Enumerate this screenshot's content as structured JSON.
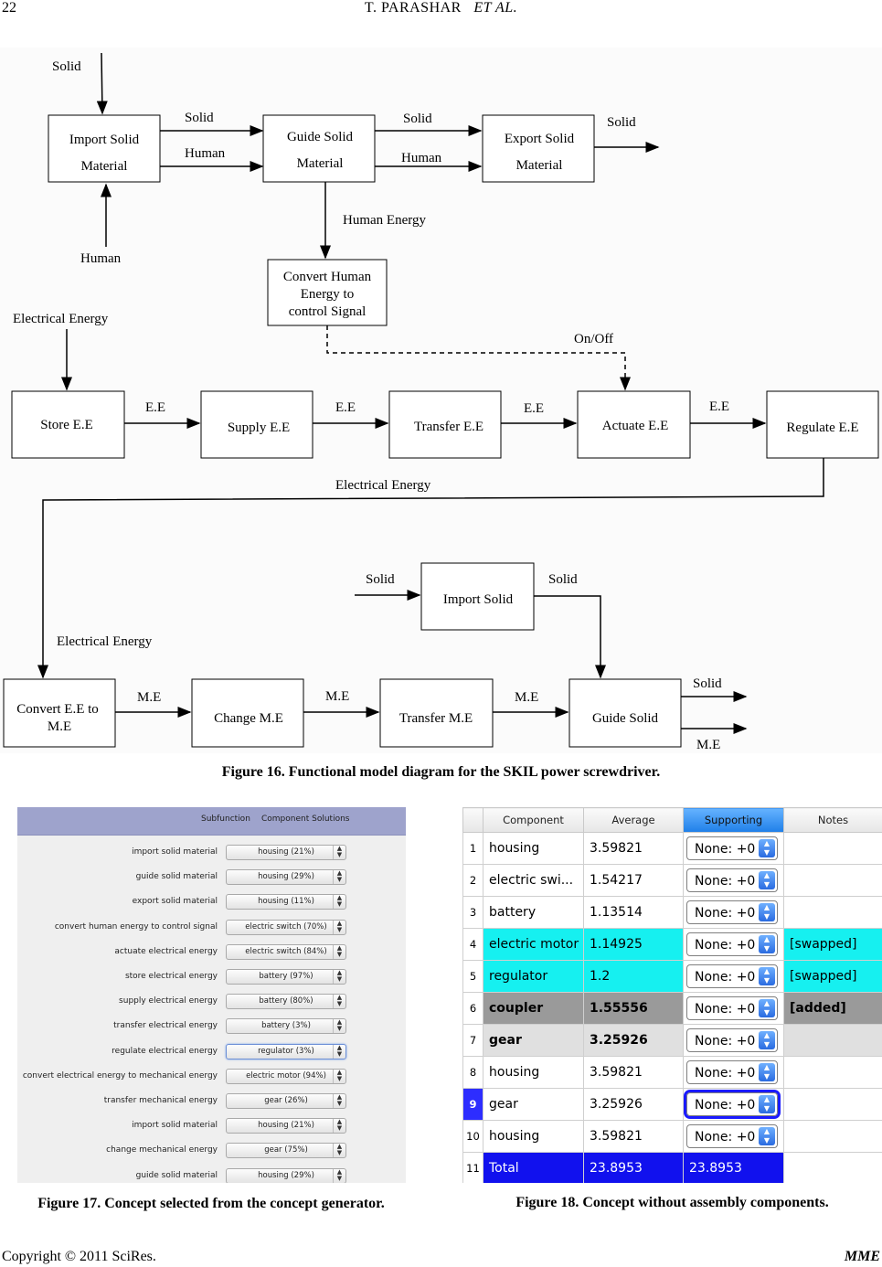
{
  "header": {
    "page_number": "22",
    "running_title_prefix": "T. PARASHAR",
    "running_title_italic": "ET AL.",
    "running_title_suffix": ""
  },
  "diagram": {
    "boxes": {
      "import_solid_material": [
        "Import Solid",
        "Material"
      ],
      "guide_solid_material": [
        "Guide Solid",
        "Material"
      ],
      "export_solid_material": [
        "Export Solid",
        "Material"
      ],
      "convert_human_energy": [
        "Convert Human",
        "Energy to",
        "control Signal"
      ],
      "store_ee": [
        "Store E.E"
      ],
      "supply_ee": [
        "Supply E.E"
      ],
      "transfer_ee": [
        "Transfer E.E"
      ],
      "actuate_ee": [
        "Actuate E.E"
      ],
      "regulate_ee": [
        "Regulate E.E"
      ],
      "import_solid": [
        "Import Solid"
      ],
      "convert_ee_to_me": [
        "Convert E.E to",
        "M.E"
      ],
      "change_me": [
        "Change M.E"
      ],
      "transfer_me": [
        "Transfer M.E"
      ],
      "guide_solid": [
        "Guide Solid"
      ]
    },
    "labels": {
      "solid": "Solid",
      "human": "Human",
      "human_energy": "Human Energy",
      "electrical_energy": "Electrical Energy",
      "on_off": "On/Off",
      "ee": "E.E",
      "me": "M.E"
    }
  },
  "captions": {
    "fig16": "Figure 16. Functional model diagram for the SKIL power screwdriver.",
    "fig17": "Figure 17. Concept selected from the concept generator.",
    "fig18": "Figure 18. Concept without assembly components."
  },
  "fig17": {
    "header_subfunction": "Subfunction",
    "header_solutions": "Component Solutions",
    "rows": [
      {
        "label": "import solid material",
        "value": "housing (21%)"
      },
      {
        "label": "guide solid material",
        "value": "housing (29%)"
      },
      {
        "label": "export solid material",
        "value": "housing (11%)"
      },
      {
        "label": "convert human energy to control signal",
        "value": "electric switch (70%)"
      },
      {
        "label": "actuate electrical energy",
        "value": "electric switch (84%)"
      },
      {
        "label": "store electrical energy",
        "value": "battery (97%)"
      },
      {
        "label": "supply electrical energy",
        "value": "battery (80%)"
      },
      {
        "label": "transfer electrical energy",
        "value": "battery (3%)"
      },
      {
        "label": "regulate electrical energy",
        "value": "regulator (3%)"
      },
      {
        "label": "convert electrical energy to mechanical energy",
        "value": "electric motor (94%)"
      },
      {
        "label": "transfer mechanical energy",
        "value": "gear (26%)"
      },
      {
        "label": "import solid material",
        "value": "housing (21%)"
      },
      {
        "label": "change mechanical energy",
        "value": "gear (75%)"
      },
      {
        "label": "guide solid material",
        "value": "housing (29%)"
      }
    ]
  },
  "fig18": {
    "columns": [
      "Component",
      "Average",
      "Supporting",
      "Notes"
    ],
    "rows": [
      {
        "n": "1",
        "component": "housing",
        "average": "3.59821",
        "supporting": "None: +0",
        "notes": "",
        "style": ""
      },
      {
        "n": "2",
        "component": "electric swi...",
        "average": "1.54217",
        "supporting": "None: +0",
        "notes": "",
        "style": ""
      },
      {
        "n": "3",
        "component": "battery",
        "average": "1.13514",
        "supporting": "None: +0",
        "notes": "",
        "style": ""
      },
      {
        "n": "4",
        "component": "electric motor",
        "average": "1.14925",
        "supporting": "None: +0",
        "notes": "[swapped]",
        "style": "cyan"
      },
      {
        "n": "5",
        "component": "regulator",
        "average": "1.2",
        "supporting": "None: +0",
        "notes": "[swapped]",
        "style": "cyan"
      },
      {
        "n": "6",
        "component": "coupler",
        "average": "1.55556",
        "supporting": "None: +0",
        "notes": "[added]",
        "style": "grey"
      },
      {
        "n": "7",
        "component": "gear",
        "average": "3.25926",
        "supporting": "None: +0",
        "notes": "",
        "style": "light"
      },
      {
        "n": "8",
        "component": "housing",
        "average": "3.59821",
        "supporting": "None: +0",
        "notes": "",
        "style": ""
      },
      {
        "n": "9",
        "component": "gear",
        "average": "3.25926",
        "supporting": "None: +0",
        "notes": "",
        "style": "sel9"
      },
      {
        "n": "10",
        "component": "housing",
        "average": "3.59821",
        "supporting": "None: +0",
        "notes": "",
        "style": ""
      }
    ],
    "total": {
      "n": "11",
      "label": "Total",
      "average": "23.8953",
      "supporting": "23.8953"
    },
    "colors": {
      "cyan": "#16f0f0",
      "grey": "#9a9a9a",
      "total": "#1111ee",
      "selected": "#2d2dff"
    }
  },
  "footer": {
    "copyright": "Copyright © 2011 SciRes.",
    "journal": "MME"
  }
}
